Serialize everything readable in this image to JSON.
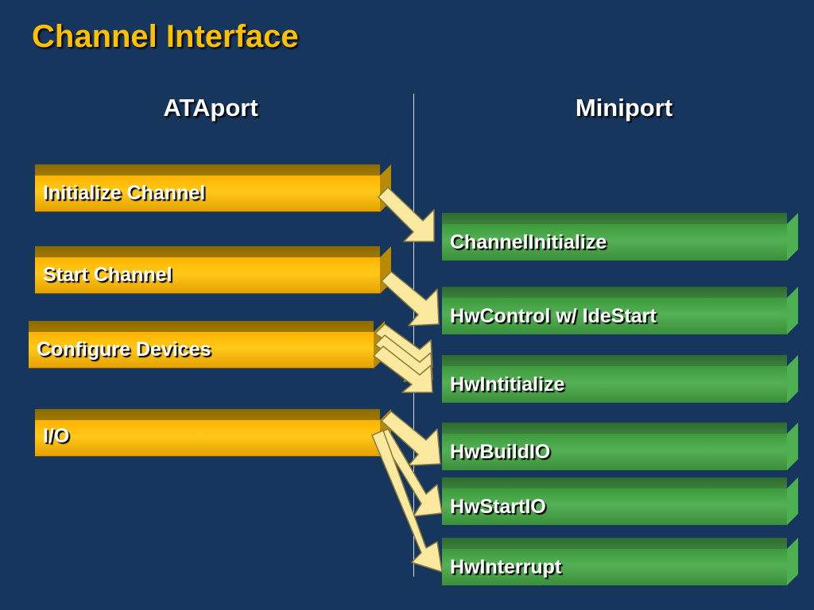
{
  "title": "Channel Interface",
  "columns": {
    "left": "ATAport",
    "right": "Miniport"
  },
  "ataport_boxes": [
    "Initialize Channel",
    "Start Channel",
    "Configure Devices",
    "I/O"
  ],
  "miniport_boxes": [
    "ChannelInitialize",
    "HwControl w/ IdeStart",
    "HwIntitialize",
    "HwBuildIO",
    "HwStartIO",
    "HwInterrupt"
  ],
  "colors": {
    "background": "#17365d",
    "title": "#ffc000",
    "ataport_box": "#ffc000",
    "miniport_box": "#4caf50",
    "arrow": "#fbe9a0"
  }
}
